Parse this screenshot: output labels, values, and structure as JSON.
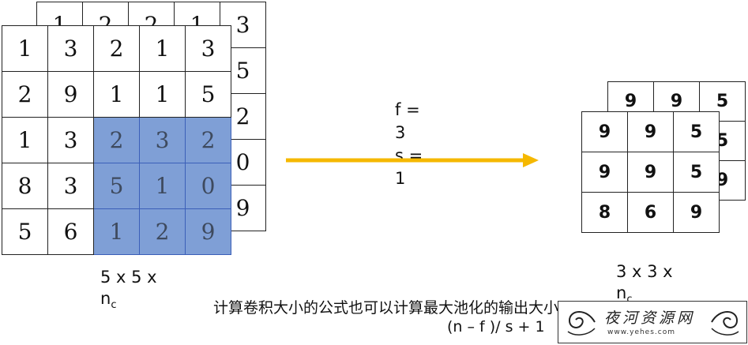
{
  "input": {
    "back_layer": [
      [
        "1",
        "2",
        "2",
        "1",
        "3"
      ],
      [
        "",
        "",
        "",
        "",
        "5"
      ],
      [
        "",
        "",
        "",
        "",
        "2"
      ],
      [
        "",
        "",
        "",
        "",
        "0"
      ],
      [
        "",
        "",
        "",
        "",
        "9"
      ]
    ],
    "front_layer": [
      [
        "1",
        "3",
        "2",
        "1",
        "3"
      ],
      [
        "2",
        "9",
        "1",
        "1",
        "5"
      ],
      [
        "1",
        "3",
        "2",
        "3",
        "2"
      ],
      [
        "8",
        "3",
        "5",
        "1",
        "0"
      ],
      [
        "5",
        "6",
        "1",
        "2",
        "9"
      ]
    ],
    "highlight_color": "#7f9fd6",
    "dims_label": "5 x 5 x",
    "dims_channel": "n",
    "dims_channel_sub": "c"
  },
  "operation": {
    "filter": "f =",
    "filter_value": "3",
    "stride": "s =",
    "stride_value": "1",
    "arrow_color": "#f5b800"
  },
  "output": {
    "back_layer": [
      [
        "9",
        "9",
        "5"
      ],
      [
        "",
        "",
        "5"
      ],
      [
        "",
        "",
        "9"
      ]
    ],
    "front_layer": [
      [
        "9",
        "9",
        "5"
      ],
      [
        "9",
        "9",
        "5"
      ],
      [
        "8",
        "6",
        "9"
      ]
    ],
    "dims_label": "3 x 3 x",
    "dims_channel": "n",
    "dims_channel_sub": "c"
  },
  "caption": {
    "line1": "计算卷积大小的公式也可以计算最大池化的输出大小",
    "line2": "(n – f )/ s + 1"
  },
  "watermark": {
    "title": "夜河资源网",
    "url": "www.yehes.com"
  }
}
